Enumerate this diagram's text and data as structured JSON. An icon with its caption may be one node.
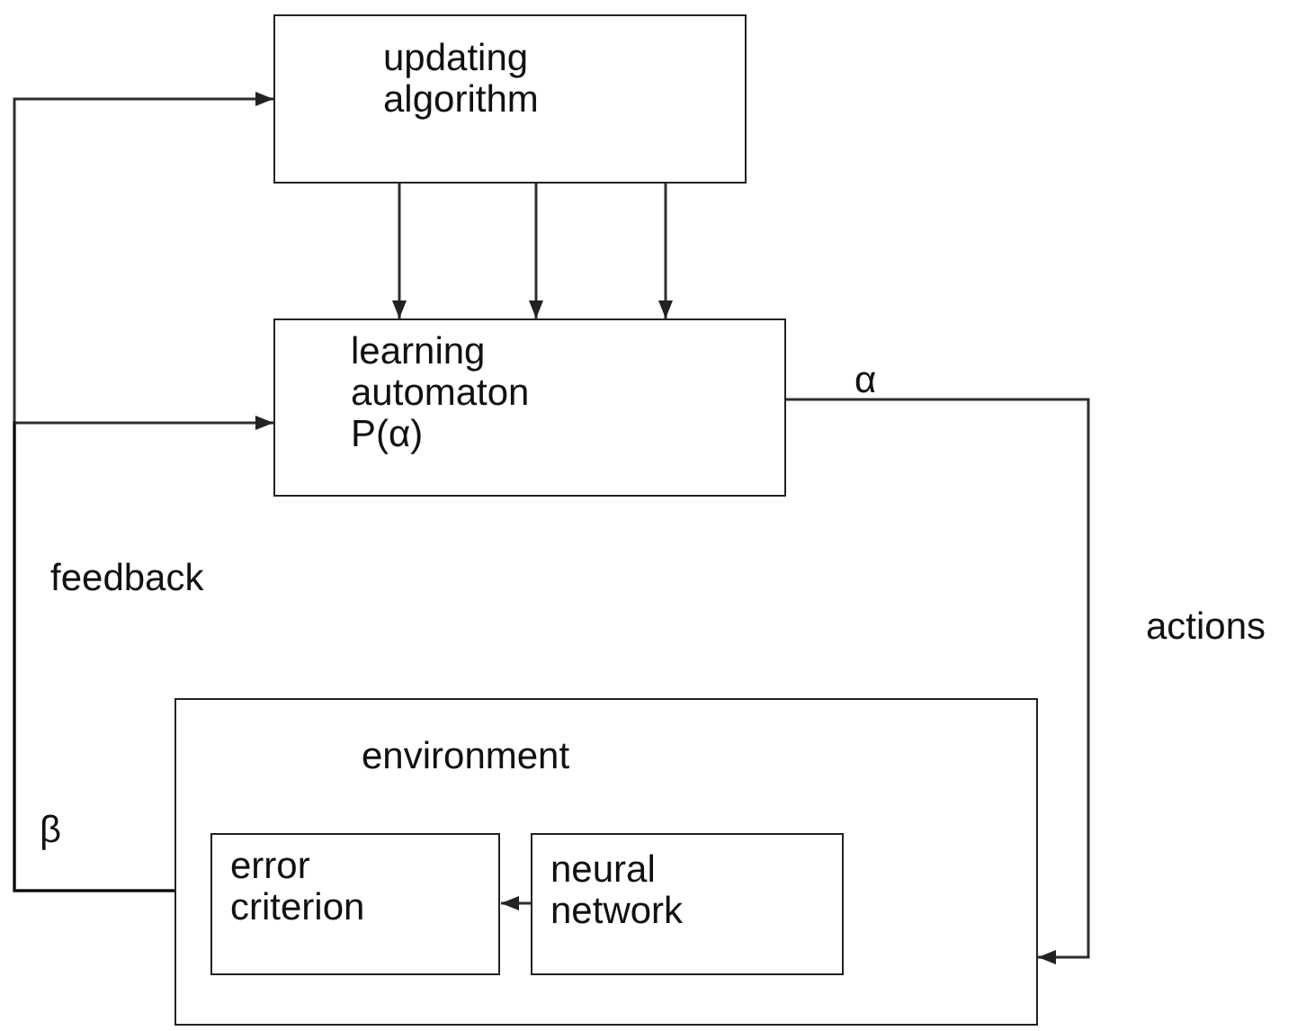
{
  "diagram": {
    "nodes": [
      {
        "text": [
          "updating algorithm"
        ]
      },
      {
        "text": [
          "learning automaton P(α)"
        ]
      },
      {
        "text": [
          "environment"
        ]
      },
      {
        "text": [
          "error criterion"
        ],
        "in": 2
      },
      {
        "text": [
          "neural network"
        ],
        "in": 2
      }
    ],
    "edges": [
      {
        "from": 0,
        "to": 1,
        "arrow": "to"
      },
      {
        "from": 0,
        "to": 1,
        "arrow": "to"
      },
      {
        "from": 0,
        "to": 1,
        "arrow": "to"
      },
      {
        "from": 1,
        "to": 2,
        "arrow": "to"
      },
      {
        "from": 2,
        "to": 0,
        "arrow": "to"
      },
      {
        "from": 2,
        "to": 1,
        "arrow": "to"
      },
      {
        "from": 4,
        "to": 3,
        "arrow": "to"
      }
    ],
    "labels": [
      "α",
      "feedback",
      "actions",
      "β"
    ]
  }
}
